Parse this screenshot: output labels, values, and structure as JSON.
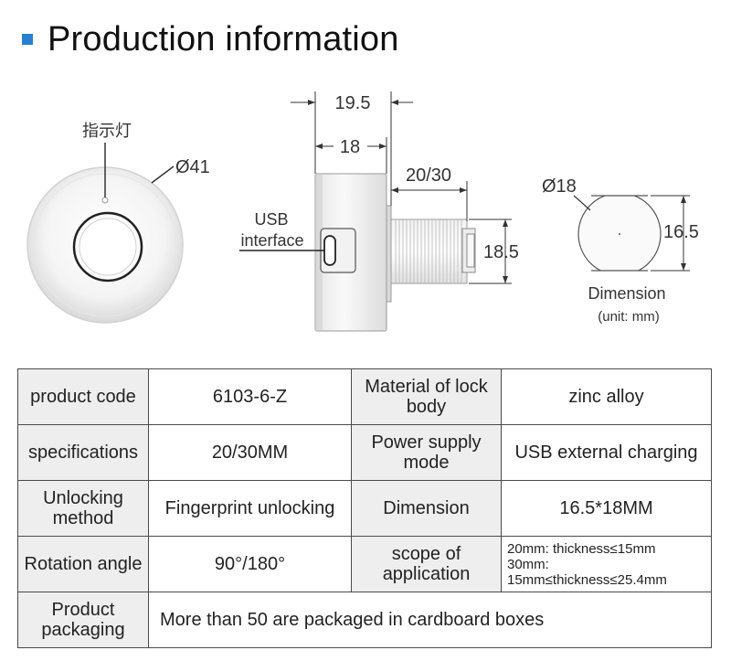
{
  "title": "Production information",
  "diagram": {
    "indicator_label": "指示灯",
    "outer_diameter": "Ø41",
    "total_length": "19.5",
    "body_length": "18",
    "thread_length": "20/30",
    "usb_label_line1": "USB",
    "usb_label_line2": "interface",
    "thread_height": "18.5",
    "front_diameter": "Ø18",
    "front_height": "16.5",
    "dimension_label": "Dimension",
    "unit_label": "(unit: mm)"
  },
  "table": {
    "rows": [
      {
        "label1": "product code",
        "value1": "6103-6-Z",
        "label2": "Material of lock body",
        "value2": "zinc alloy"
      },
      {
        "label1": "specifications",
        "value1": "20/30MM",
        "label2": "Power supply mode",
        "value2": "USB external charging"
      },
      {
        "label1": "Unlocking method",
        "value1": "Fingerprint unlocking",
        "label2": "Dimension",
        "value2": "16.5*18MM"
      },
      {
        "label1": "Rotation angle",
        "value1": "90°/180°",
        "label2": "scope of application",
        "value2_lines": [
          "20mm: thickness≤15mm",
          "30mm:",
          "15mm≤thickness≤25.4mm"
        ]
      }
    ],
    "packaging": {
      "label": "Product packaging",
      "value": "More than 50 are packaged in cardboard boxes"
    }
  }
}
